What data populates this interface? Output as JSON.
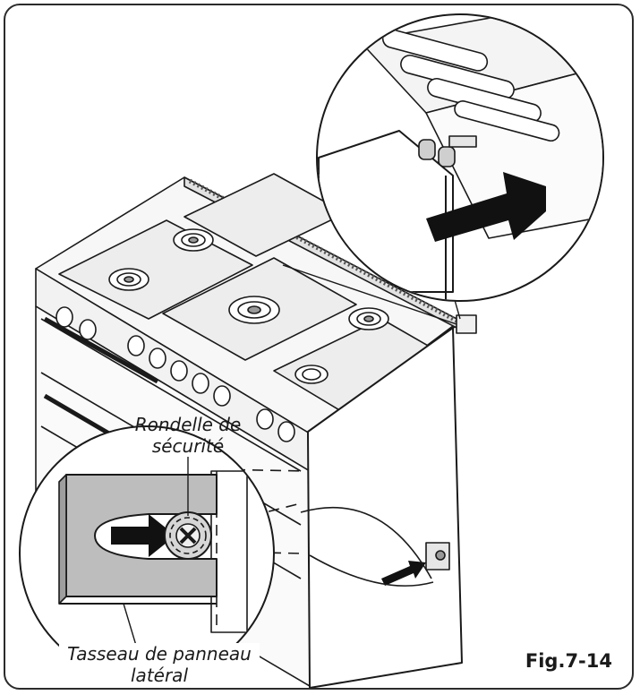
{
  "labels": {
    "washer_line1": "Rondelle de",
    "washer_line2": "sécurité",
    "bracket_line1": "Tasseau de panneau",
    "bracket_line2": "latéral"
  },
  "figure_number": "Fig.7-14",
  "colors": {
    "line": "#1a1a1a",
    "part_fill": "#bdbdbd",
    "arrow": "#111111"
  }
}
